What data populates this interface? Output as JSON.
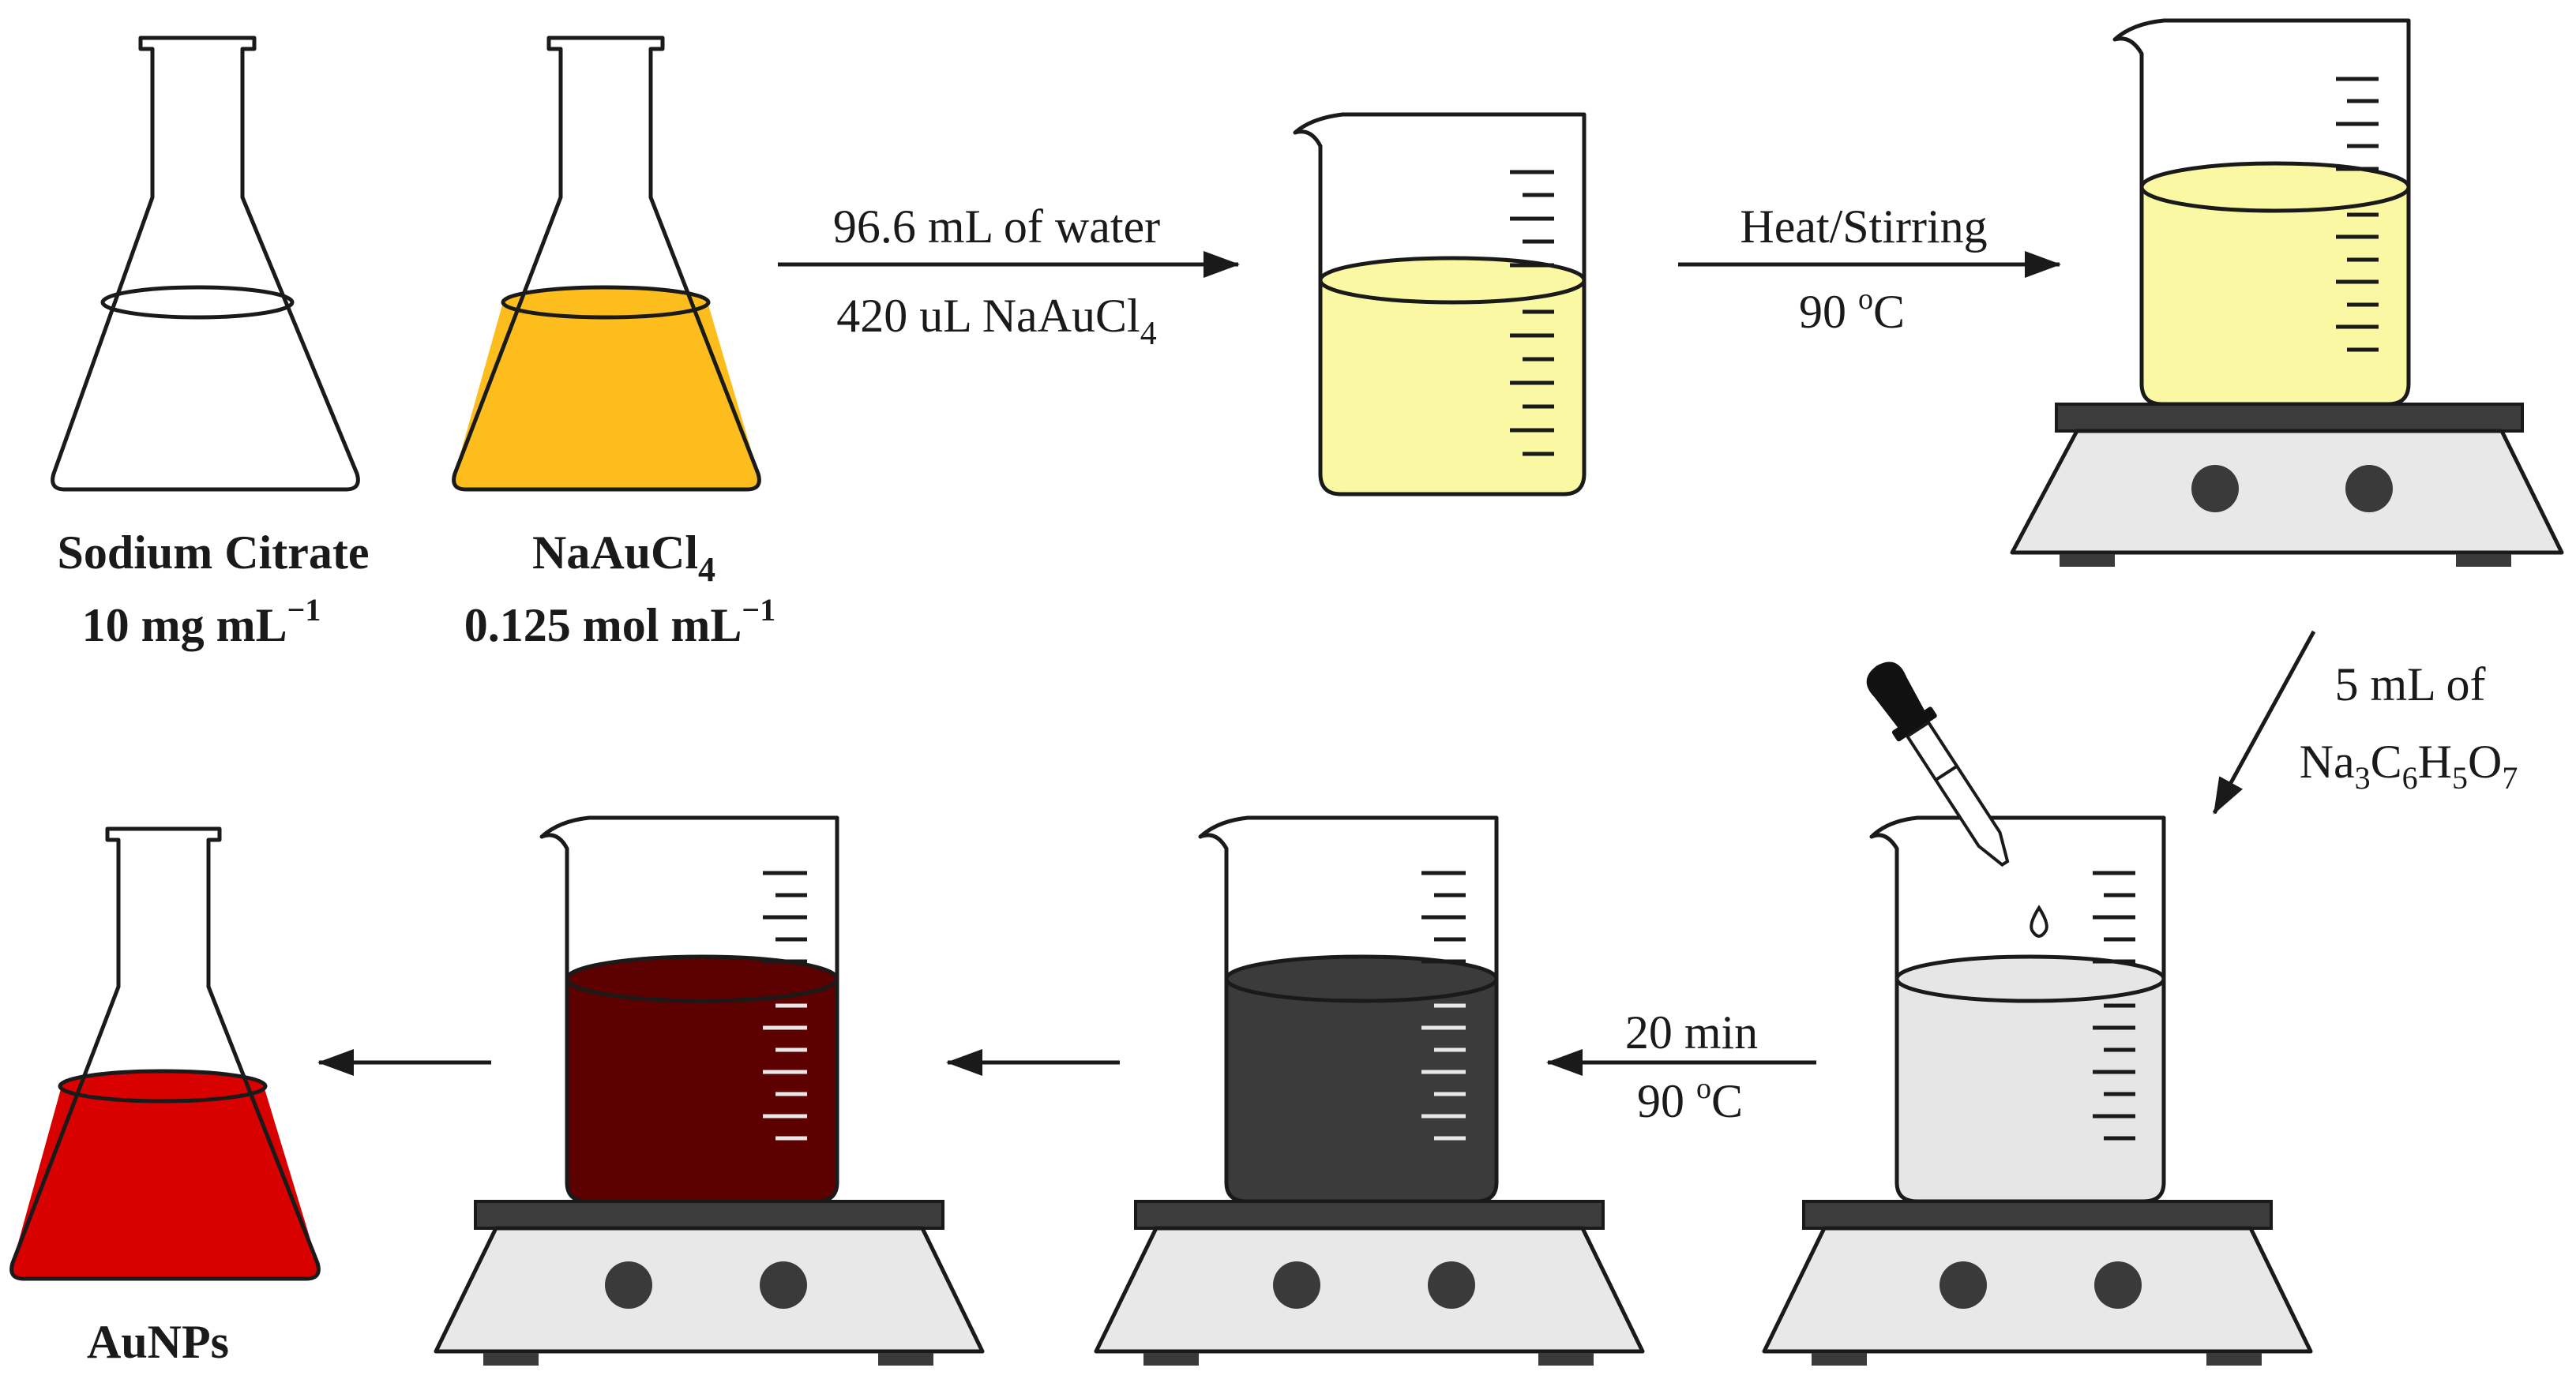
{
  "colors": {
    "gold_solution": "#fdbd1c",
    "pale_yellow": "#fbf8a3",
    "grey_solution": "#e6e6e6",
    "dark_grey": "#3b3b3b",
    "dark_red": "#5c0000",
    "red": "#d90000",
    "hotplate_top": "#3c3c3c",
    "hotplate_body": "#e8e8e8",
    "knob": "#3a3a3a",
    "dropper_bulb": "#111111"
  },
  "labels": {
    "flask1_name": "Sodium Citrate",
    "flask1_conc": "10 mg mL",
    "flask1_conc_exp": "−1",
    "flask2_name": "NaAuCl",
    "flask2_name_sub": "4",
    "flask2_conc": "0.125 mol mL",
    "flask2_conc_exp": "−1",
    "final_name": "AuNPs"
  },
  "arrows": {
    "step1_top": "96.6 mL of water",
    "step1_bottom": "420 uL NaAuCl",
    "step1_bottom_sub": "4",
    "step2_top": "Heat/Stirring",
    "step2_bottom": "90 ",
    "step2_bottom_sup": "o",
    "step2_bottom_unit": "C",
    "step3_line1": "5 mL of",
    "step3_na": "Na",
    "step3_s1": "3",
    "step3_c": "C",
    "step3_s2": "6",
    "step3_h": "H",
    "step3_s3": "5",
    "step3_o": "O",
    "step3_s4": "7",
    "step4_top": "20 min",
    "step4_bottom": "90 ",
    "step4_bottom_sup": "o",
    "step4_bottom_unit": "C"
  }
}
